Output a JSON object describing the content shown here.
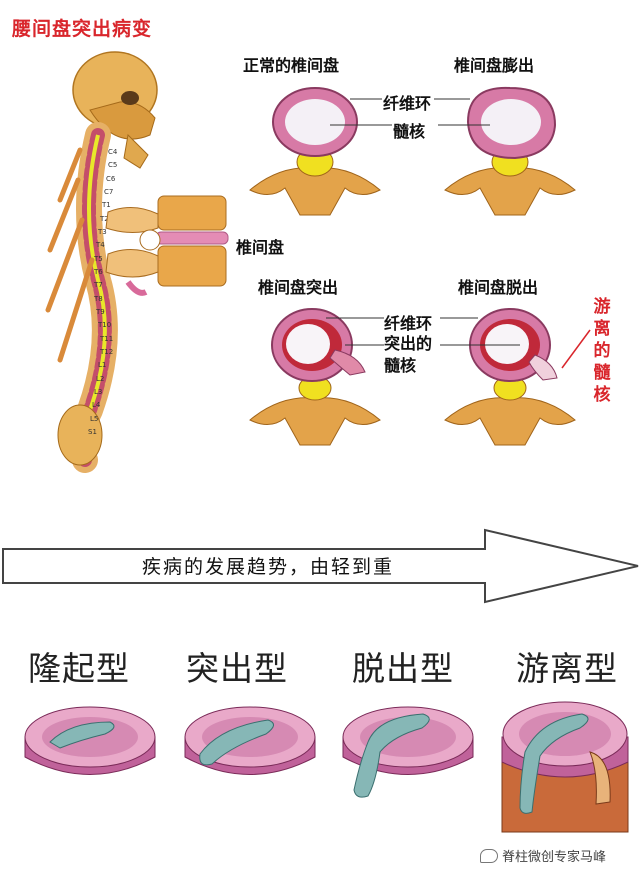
{
  "title": "腰间盘突出病变",
  "stages": {
    "normal": "正常的椎间盘",
    "bulge": "椎间盘膨出",
    "protrusion": "椎间盘突出",
    "extrusion": "椎间盘脱出"
  },
  "labels": {
    "annulus": "纤维环",
    "nucleus": "髓核",
    "disc": "椎间盘",
    "annulus2": "纤维环",
    "protruded_nucleus": "突出的\n髓核",
    "free_nucleus": "游\n离\n的\n髓\n核"
  },
  "spine_levels": [
    "C4",
    "C5",
    "C6",
    "C7",
    "T1",
    "T2",
    "T3",
    "T4",
    "T5",
    "T6",
    "T7",
    "T8",
    "T9",
    "T10",
    "T11",
    "T12",
    "L1",
    "L2",
    "L3",
    "L4",
    "L5",
    "S1"
  ],
  "trend": "疾病的发展趋势，由轻到重",
  "types": [
    "隆起型",
    "突出型",
    "脱出型",
    "游离型"
  ],
  "watermark": "脊柱微创专家马峰",
  "colors": {
    "title_red": "#d9262c",
    "bone": "#e0a23a",
    "disc_pink": "#d87aa8",
    "nucleus": "#7fb0b2"
  }
}
